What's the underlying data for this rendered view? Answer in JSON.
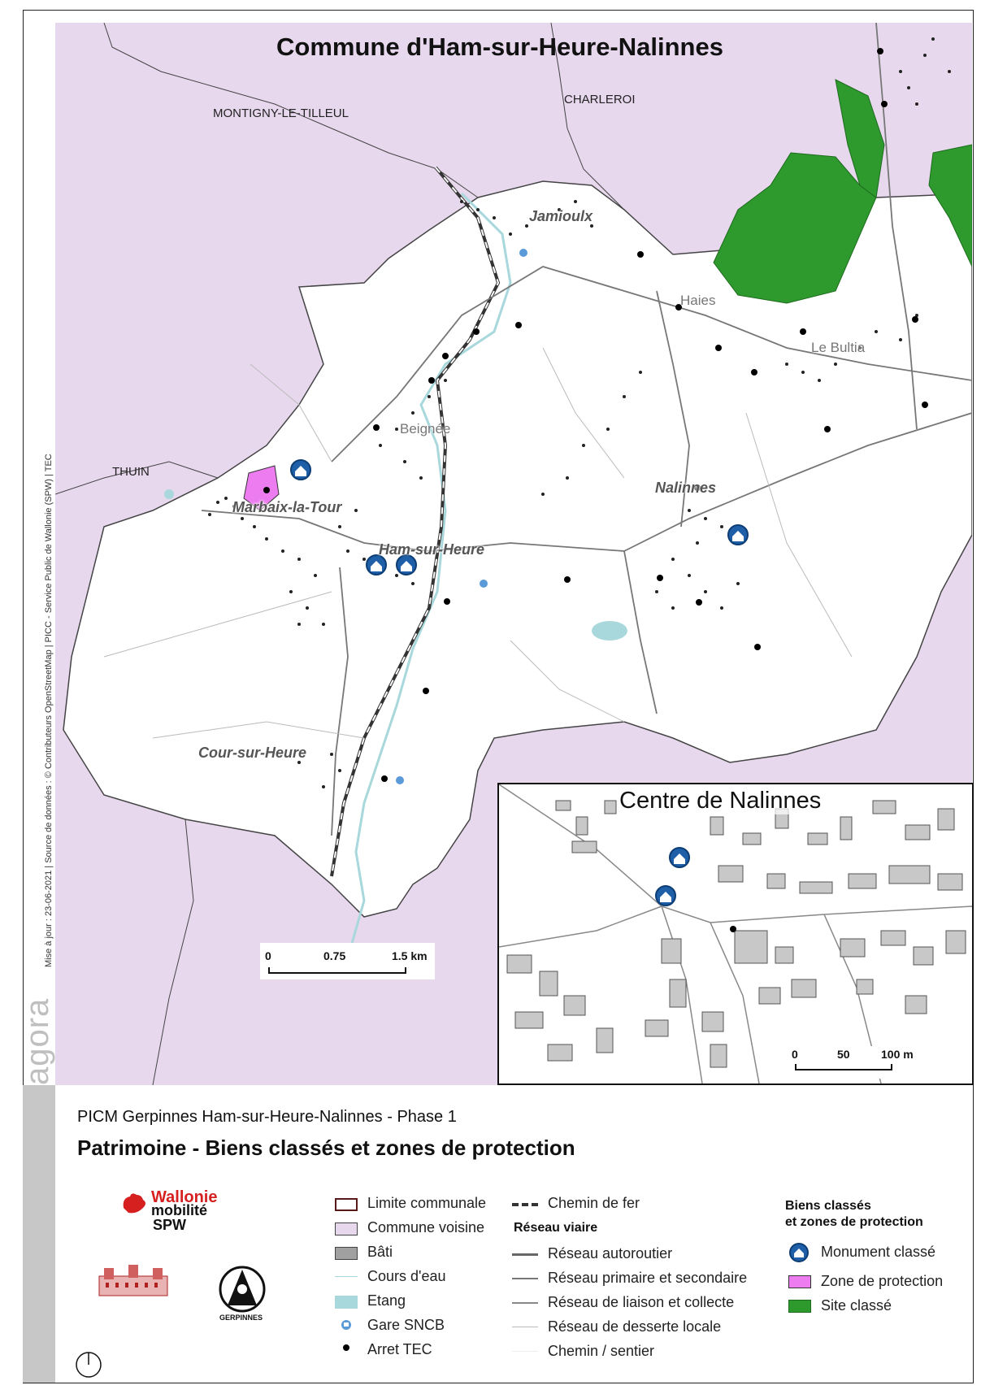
{
  "map": {
    "title": "Commune d'Ham-sur-Heure-Nalinnes",
    "neighbours": [
      "MONTIGNY-LE-TILLEUL",
      "CHARLEROI",
      "THUIN"
    ],
    "villages": {
      "jamioulx": "Jamioulx",
      "marbaix": "Marbaix-la-Tour",
      "ham": "Ham-sur-Heure",
      "nalinnes": "Nalinnes",
      "cour": "Cour-sur-Heure",
      "beignee": "Beignée",
      "haies": "Haies",
      "bultia": "Le Bultia"
    },
    "scale": [
      "0",
      "0.75",
      "1.5 km"
    ],
    "credit": "Mise à jour : 23-06-2021 | Source de données : © Contributeurs OpenStreetMap | PICC - Service Public de Wallonie (SPW) | TEC",
    "side_logo": "agora",
    "colors": {
      "neighbour": "#e8d8ee",
      "protection_zone": "#ec7cf0",
      "site_classe": "#2e9a2e",
      "monument": "#1e5fa8",
      "water": "#a8d8dc",
      "building": "#222222"
    }
  },
  "inset": {
    "title": "Centre de Nalinnes",
    "scale": [
      "0",
      "50",
      "100 m"
    ]
  },
  "legend": {
    "subtitle": "PICM Gerpinnes Ham-sur-Heure-Nalinnes - Phase 1",
    "title": "Patrimoine - Biens classés et zones de protection",
    "col1": [
      "Limite communale",
      "Commune voisine",
      "Bâti",
      "Cours d'eau",
      "Etang",
      "Gare SNCB",
      "Arret TEC"
    ],
    "col2_rail": "Chemin de fer",
    "col2_head": "Réseau viaire",
    "col2": [
      "Réseau autoroutier",
      "Réseau primaire et secondaire",
      "Réseau de liaison et collecte",
      "Réseau de desserte locale",
      "Chemin / sentier"
    ],
    "col3_head1": "Biens classés",
    "col3_head2": "et zones de protection",
    "col3": [
      "Monument classé",
      "Zone de protection",
      "Site classé"
    ],
    "logos": {
      "wallonie_1": "Wallonie",
      "wallonie_2": "mobilité",
      "wallonie_3": "SPW",
      "gerpinnes": "GERPINNES"
    }
  }
}
